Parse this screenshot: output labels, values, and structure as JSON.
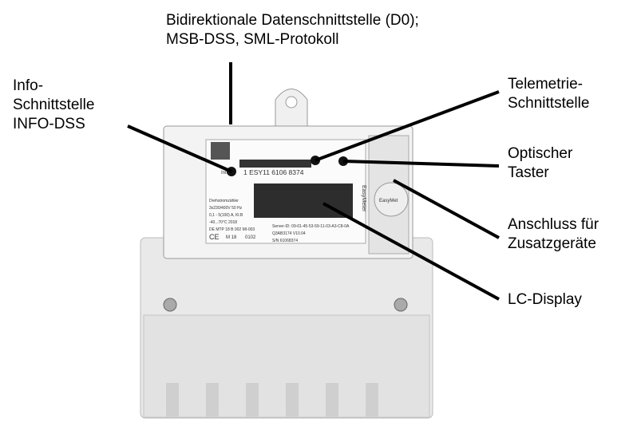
{
  "labels": {
    "d0": [
      "Bidirektionale Datenschnittstelle (D0);",
      "MSB-DSS, SML-Protokoll"
    ],
    "info": [
      "Info-",
      "Schnittstelle",
      "INFO-DSS"
    ],
    "telemetry": [
      "Telemetrie-",
      "Schnittstelle"
    ],
    "button": [
      "Optischer",
      "Taster"
    ],
    "connector": [
      "Anschluss für",
      "Zusatzgeräte"
    ],
    "display": [
      "LC-Display"
    ]
  },
  "meter": {
    "info_tag": "Info",
    "meter_id": "1 ESY11 6106 8374",
    "type": "Drehstromzähler",
    "voltage": "3x230/400V  50 Hz",
    "current": "0,1 - 5(100) A, Kl.B",
    "temp": "-40...70°C  2018",
    "approval": "DE MTP 18 B 002 MI-003",
    "ce": "CE",
    "m_mark": "M 18",
    "notified_body": "0102",
    "server_id": "Server-ID: 09-01-45-53-59-11-03-A3-C8-0A",
    "firmware": "Q3AB3174   V10.04",
    "serial": "S/N  61068374",
    "brand": "EasyMeter",
    "cap_brand": "EasyMet"
  }
}
